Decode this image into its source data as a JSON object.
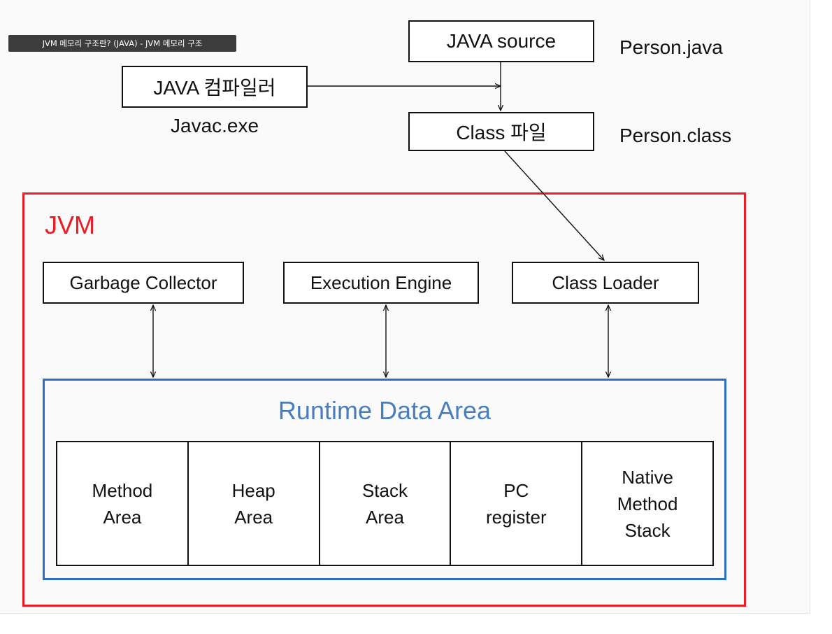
{
  "caption": "JVM 메모리 구조란? (JAVA) - JVM 메모리 구조",
  "top": {
    "java_source": "JAVA source",
    "person_java": "Person.java",
    "compiler": "JAVA 컴파일러",
    "javac": "Javac.exe",
    "class_file": "Class 파일",
    "person_class": "Person.class"
  },
  "jvm": {
    "label": "JVM",
    "components": [
      "Garbage Collector",
      "Execution Engine",
      "Class Loader"
    ],
    "runtime_data_area": {
      "title": "Runtime Data Area",
      "areas": [
        "Method\nArea",
        "Heap\nArea",
        "Stack\nArea",
        "PC\nregister",
        "Native\nMethod\nStack"
      ]
    }
  },
  "colors": {
    "jvm_border": "#ee1b24",
    "jvm_label": "#ee1b24",
    "runtime_border": "#2b70c3",
    "runtime_title": "#4a7ebb",
    "line": "#111111"
  }
}
